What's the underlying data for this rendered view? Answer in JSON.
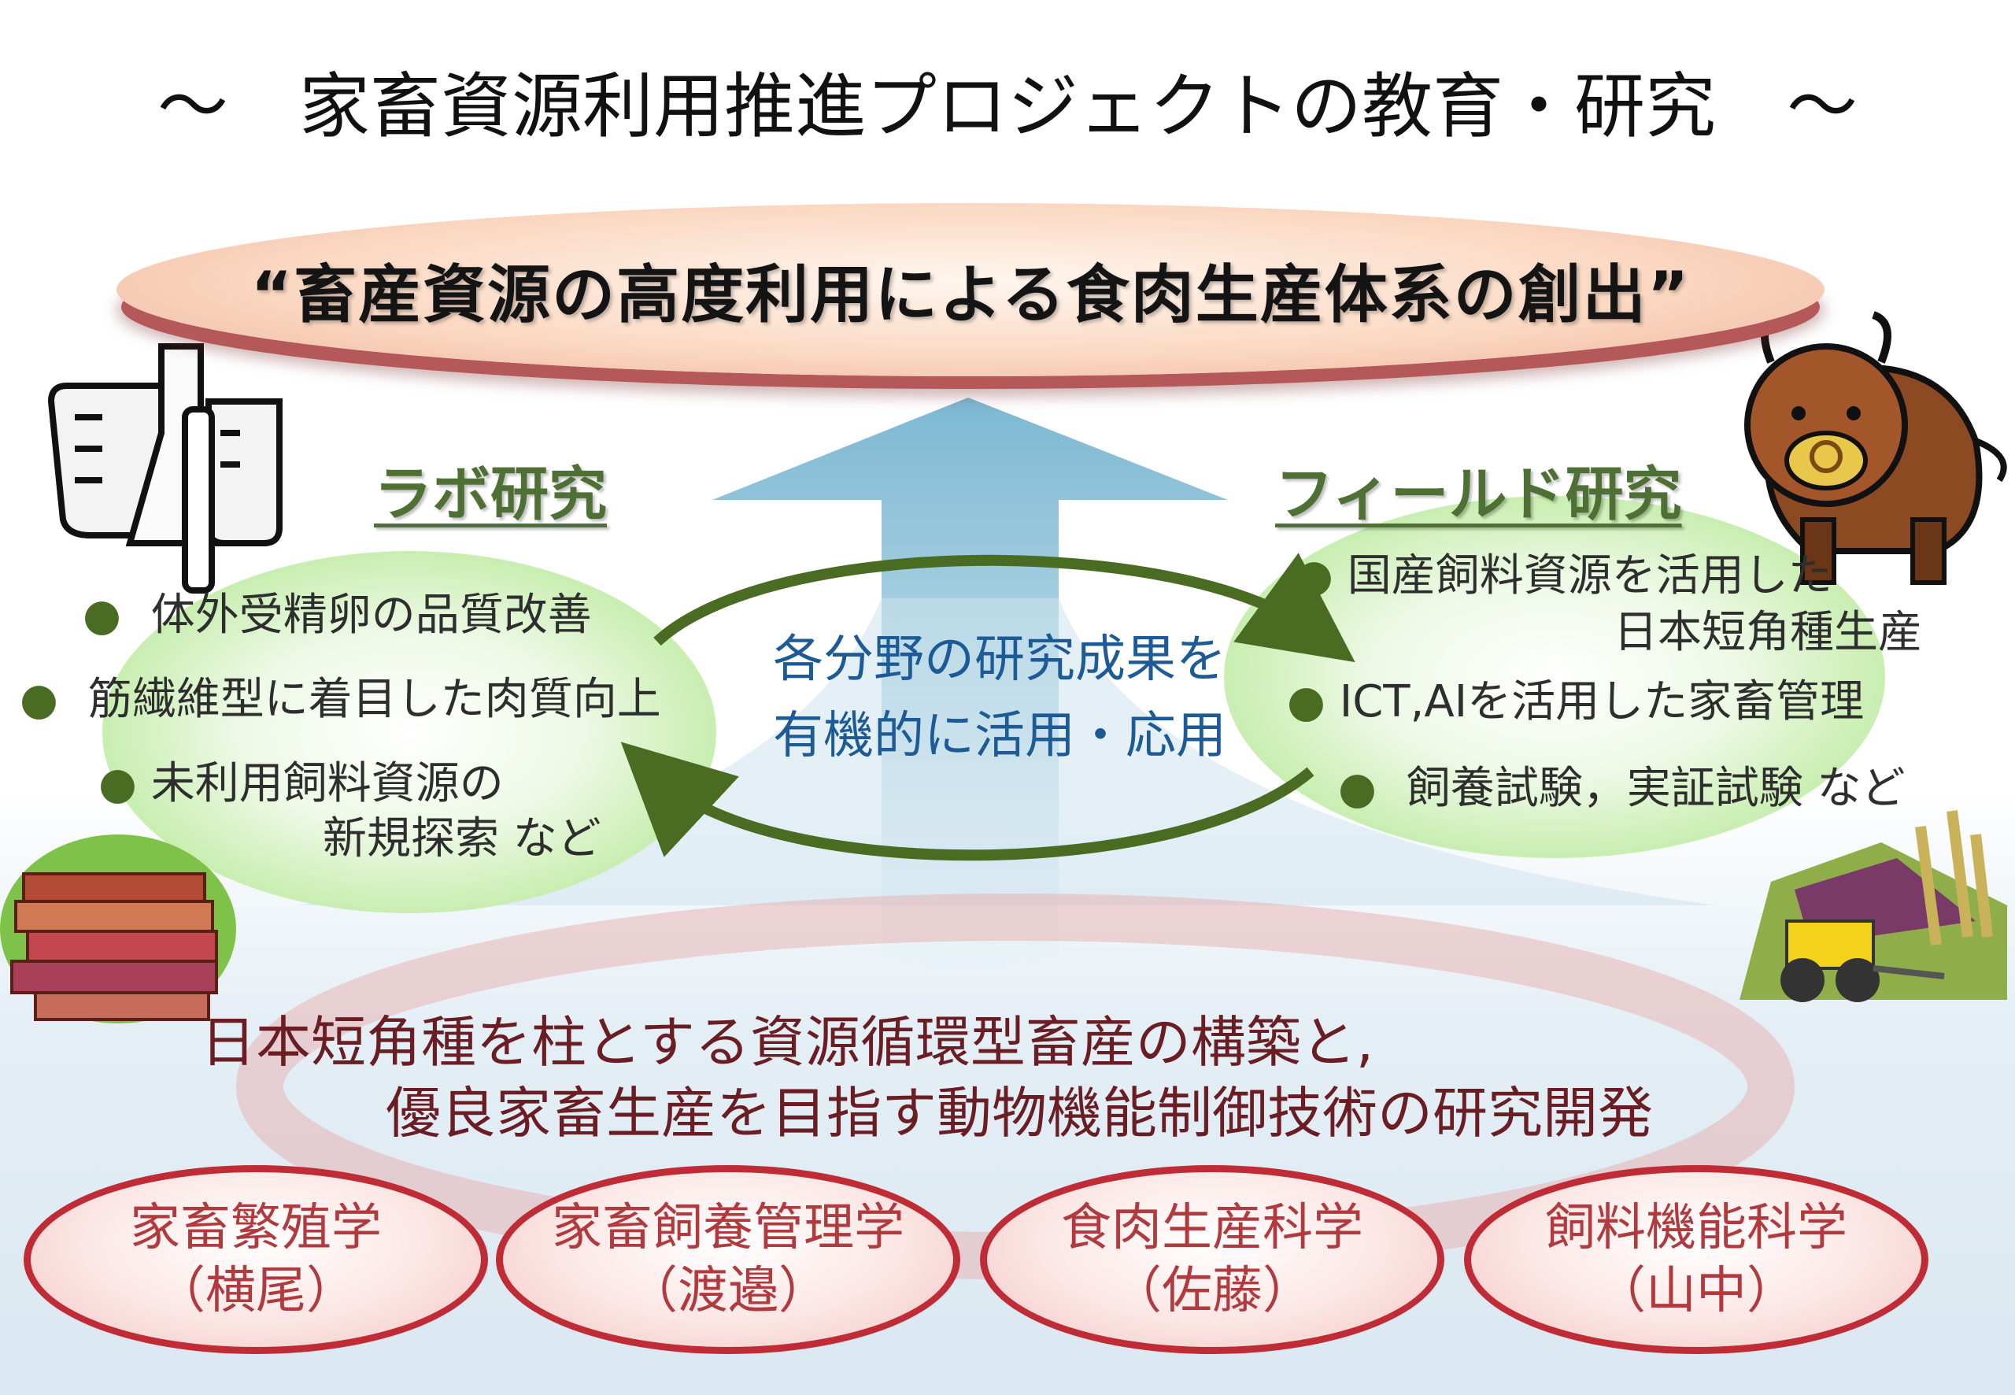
{
  "title": {
    "left_tilde": "～",
    "text": "家畜資源利用推進プロジェクトの教育・研究",
    "right_tilde": "～"
  },
  "goal": "“畜産資源の高度利用による食肉生産体系の創出”",
  "lab": {
    "heading": "ラボ研究",
    "items": [
      {
        "bullet": "●",
        "text": "体外受精卵の品質改善"
      },
      {
        "bullet": "●",
        "text": "筋繊維型に着目した肉質向上"
      },
      {
        "bullet": "●",
        "text": "未利用飼料資源の"
      }
    ],
    "item3_cont": "新規探索 など"
  },
  "field": {
    "heading": "フィールド研究",
    "items": [
      {
        "bullet": "●",
        "text": "国産飼料資源を活用した"
      },
      {
        "bullet": "●",
        "text": "ICT,AIを活用した家畜管理"
      },
      {
        "bullet": "●",
        "text": "飼養試験，実証試験 など"
      }
    ],
    "item1_cont": "日本短角種生産"
  },
  "center": {
    "line1": "各分野の研究成果を",
    "line2": "有機的に活用・応用"
  },
  "mission": {
    "line1": "日本短角種を柱とする資源循環型畜産の構築と,",
    "line2": "優良家畜生産を目指す動物機能制御技術の研究開発"
  },
  "labs": [
    {
      "name": "家畜繁殖学",
      "person": "（横尾）"
    },
    {
      "name": "家畜飼養管理学",
      "person": "（渡邉）"
    },
    {
      "name": "食肉生産科学",
      "person": "（佐藤）"
    },
    {
      "name": "飼料機能科学",
      "person": "（山中）"
    }
  ],
  "icons": {
    "lab_glassware": "beaker-flask-icon",
    "books": "books-icon",
    "cow": "cow-icon",
    "farm": "tractor-wheat-icon"
  },
  "colors": {
    "heading_green": "#4e7034",
    "center_blue": "#1d5b97",
    "mission_red": "#6a1e24",
    "pill_red": "#c02c36",
    "arrow_blue": "#9ec9dc"
  }
}
